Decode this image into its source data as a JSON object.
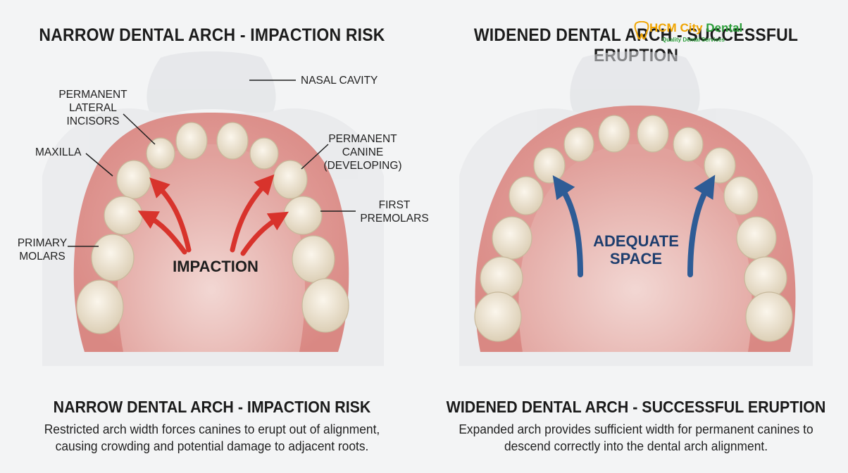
{
  "left": {
    "title": "NARROW DENTAL ARCH - IMPACTION RISK",
    "labels": {
      "nasal_cavity": "NASAL CAVITY",
      "lateral_incisors": "PERMANENT\nLATERAL\nINCISORS",
      "maxilla": "MAXILLA",
      "canine": "PERMANENT\nCANINE\n(DEVELOPING)",
      "first_premolars": "FIRST\nPREMOLARS",
      "primary_molars": "PRIMARY\nMOLARS",
      "impaction": "IMPACTION"
    },
    "bottom_title": "NARROW DENTAL ARCH - IMPACTION RISK",
    "caption": "Restricted arch width forces canines to erupt out of alignment, causing crowding and potential damage to adjacent roots."
  },
  "right": {
    "title": "WIDENED DENTAL ARCH - SUCCESSFUL ERUPTION",
    "labels": {
      "adequate_space": "ADEQUATE\nSPACE"
    },
    "bottom_title": "WIDENED DENTAL ARCH - SUCCESSFUL ERUPTION",
    "caption": "Expanded arch provides sufficient width for permanent canines to descend correctly into the dental arch alignment."
  },
  "logo": {
    "line1a": "HCM City ",
    "line1b": "Dental",
    "line2": "Quality Dental Services"
  },
  "colors": {
    "gum": "#e3a3a0",
    "palate": "#d9918f",
    "tooth": "#efe6d4",
    "arrow_red": "#d8332c",
    "arrow_blue": "#2e5c96",
    "text_blue": "#1e3e6e"
  },
  "icons": {
    "logo": "tooth-logo-icon"
  }
}
